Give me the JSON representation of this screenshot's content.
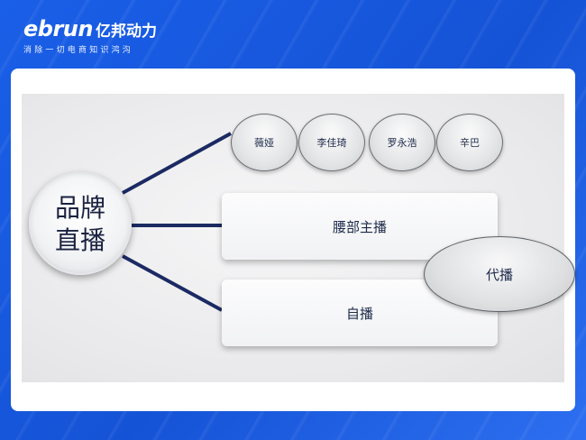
{
  "brand": {
    "latin": "ebrun",
    "cn": "亿邦动力",
    "tagline": "消除一切电商知识鸿沟"
  },
  "diagram": {
    "root": {
      "line1": "品牌",
      "line2": "直播"
    },
    "hosts": [
      "薇娅",
      "李佳琦",
      "罗永浩",
      "辛巴"
    ],
    "waist": "腰部主播",
    "agent": "代播",
    "self": "自播"
  },
  "colors": {
    "brand_blue": "#1a5fe8",
    "connector": "#1b2a63",
    "text": "#1d2a4a"
  }
}
